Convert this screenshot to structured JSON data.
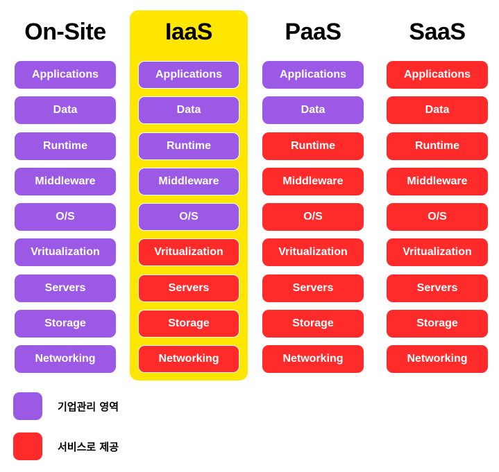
{
  "colors": {
    "managed": "#9B59E6",
    "service": "#FF2B2B",
    "highlight": "#FFE600"
  },
  "layers": [
    "Applications",
    "Data",
    "Runtime",
    "Middleware",
    "O/S",
    "Vritualization",
    "Servers",
    "Storage",
    "Networking"
  ],
  "columns": [
    {
      "title": "On-Site",
      "highlighted": false,
      "provided_count": 0
    },
    {
      "title": "IaaS",
      "highlighted": true,
      "provided_count": 4
    },
    {
      "title": "PaaS",
      "highlighted": false,
      "provided_count": 7
    },
    {
      "title": "SaaS",
      "highlighted": false,
      "provided_count": 9
    }
  ],
  "legend": [
    {
      "label": "기업관리 영역",
      "kind": "managed"
    },
    {
      "label": "서비스로 제공",
      "kind": "service"
    }
  ]
}
